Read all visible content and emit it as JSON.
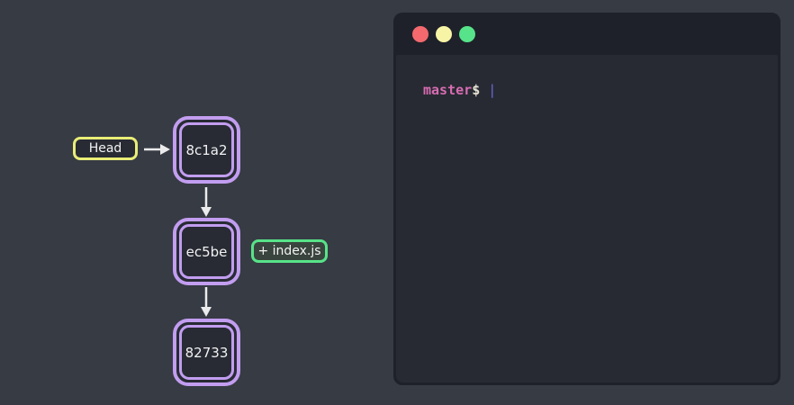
{
  "colors": {
    "page-bg": "#373b44",
    "node-border": "#c29df0",
    "node-fill": "#282b34",
    "head-border": "#e9ed77",
    "file-border": "#57e389",
    "file-fill": "#3a443e",
    "arrow": "#ebebeb",
    "label-text": "#f2f2f2",
    "term-frame": "#1e212a",
    "term-body": "#272a33",
    "light-red": "#f4696e",
    "light-yellow": "#f8f4a6",
    "light-green": "#57e389",
    "prompt-branch": "#d86cb2",
    "prompt-symbol": "#e6e4d4",
    "prompt-cursor": "#6a6ad4"
  },
  "graph": {
    "head": {
      "label": "Head"
    },
    "commits": [
      {
        "id": "8c1a2"
      },
      {
        "id": "ec5be"
      },
      {
        "id": "82733"
      }
    ],
    "file_badge": {
      "label": "+ index.js"
    },
    "icons": [
      "arrow-right-icon",
      "arrow-down-icon",
      "arrow-down-icon"
    ]
  },
  "terminal": {
    "window_buttons": [
      "close-button",
      "minimize-button",
      "maximize-button"
    ],
    "prompt": {
      "branch": "master",
      "symbol": "$",
      "cursor": "|"
    }
  }
}
